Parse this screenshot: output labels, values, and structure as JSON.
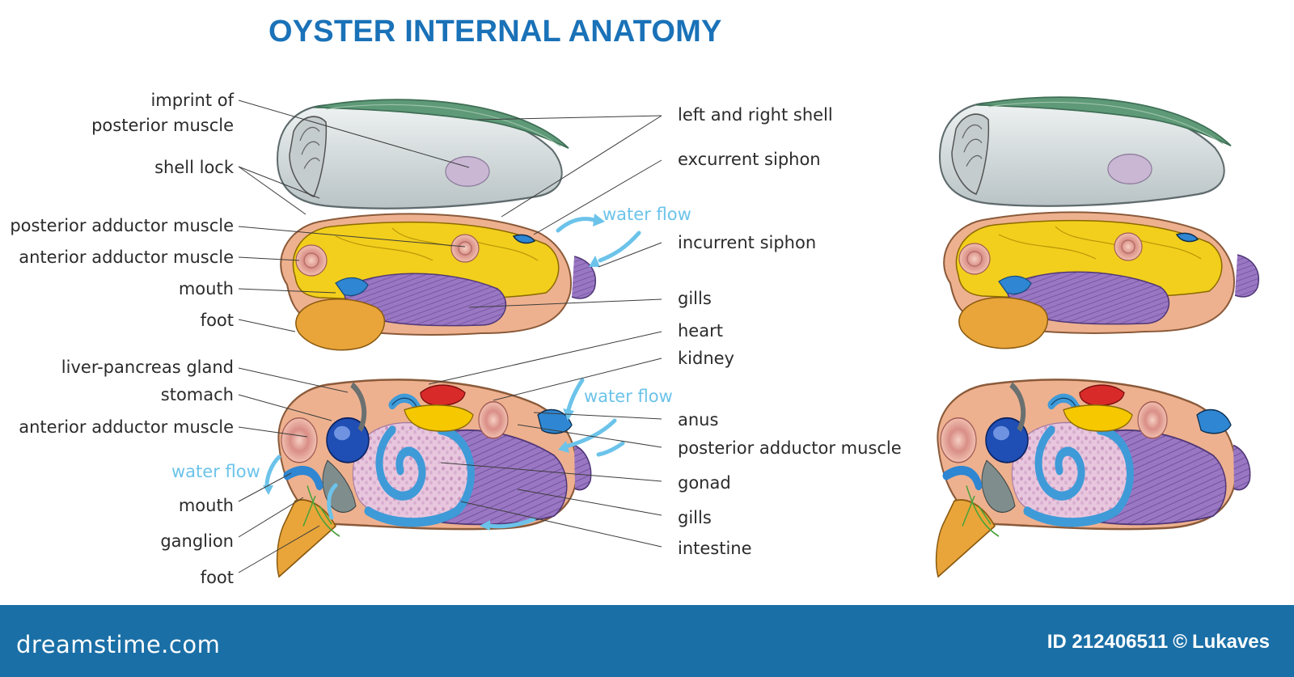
{
  "title": "OYSTER INTERNAL ANATOMY",
  "labels_left_top": [
    "imprint of",
    "posterior muscle",
    "shell lock",
    "posterior adductor muscle",
    "anterior adductor muscle",
    "mouth",
    "foot"
  ],
  "labels_right_top": [
    "left and right shell",
    "excurrent siphon",
    "incurrent siphon",
    "gills"
  ],
  "labels_left_bottom": [
    "liver-pancreas gland",
    "stomach",
    "anterior adductor muscle",
    "mouth",
    "ganglion",
    "foot"
  ],
  "labels_right_bottom": [
    "heart",
    "kidney",
    "anus",
    "posterior adductor muscle",
    "gonad",
    "gills",
    "intestine"
  ],
  "water_flow": [
    "water flow",
    "water flow",
    "water flow"
  ],
  "footer": {
    "brand": "dreamstime.com",
    "id": "ID 212406511",
    "copyright": "©",
    "author": "Lukaves"
  },
  "colors": {
    "title": "#1a72b8",
    "footer": "#1a6fa6",
    "water_flow": "#6cc3ea",
    "mantle": "#f2cf1c",
    "foot": "#e9a53a",
    "gills": "#9a77c3",
    "shell": "#cfd6d8",
    "shell_top": "#5f9a78",
    "intestine": "#3f9ad8",
    "heart": "#d92a2a"
  }
}
